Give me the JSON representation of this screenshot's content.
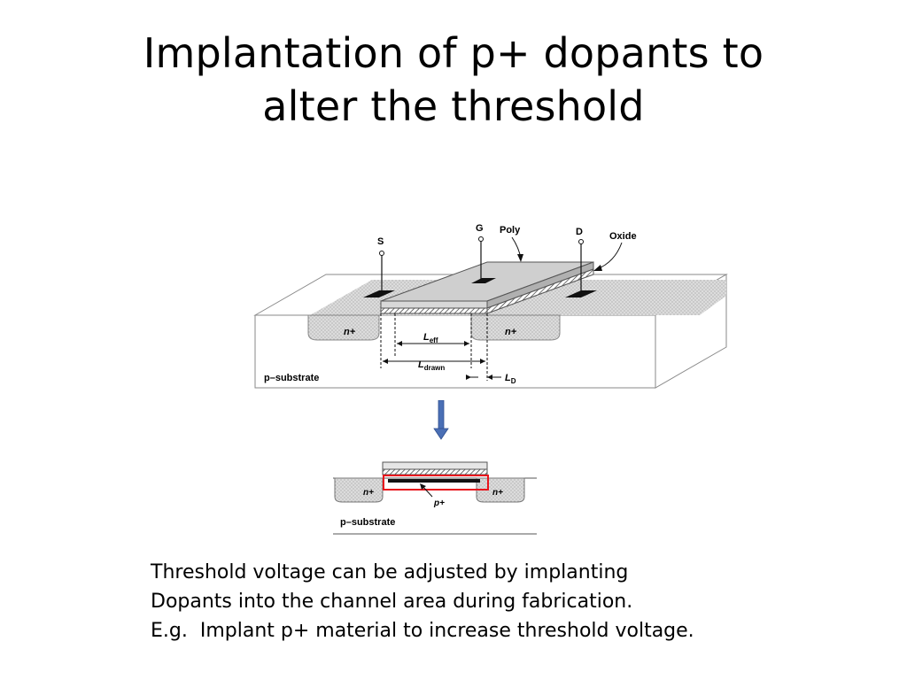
{
  "slide": {
    "title_line1": "Implantation of p+ dopants to",
    "title_line2": "alter the threshold"
  },
  "top_diagram": {
    "source_label": "S",
    "gate_label": "G",
    "drain_label": "D",
    "poly_label": "Poly",
    "oxide_label": "Oxide",
    "n_plus_left": "n+",
    "n_plus_right": "n+",
    "l_eff_label": "L",
    "l_eff_sub": "eff",
    "l_drawn_label": "L",
    "l_drawn_sub": "drawn",
    "l_d_label": "L",
    "l_d_sub": "D",
    "substrate_label": "p–substrate"
  },
  "bottom_diagram": {
    "n_plus_left": "n+",
    "n_plus_right": "n+",
    "p_plus_label": "p+",
    "substrate_label": "p–substrate",
    "highlight_color": "#e8141c"
  },
  "arrow": {
    "color": "#4a6fb5"
  },
  "body_text": {
    "line1": "Threshold voltage can be adjusted by implanting",
    "line2": "Dopants into the channel area during fabrication.",
    "line3": "E.g.  Implant p+ material to increase threshold voltage."
  }
}
